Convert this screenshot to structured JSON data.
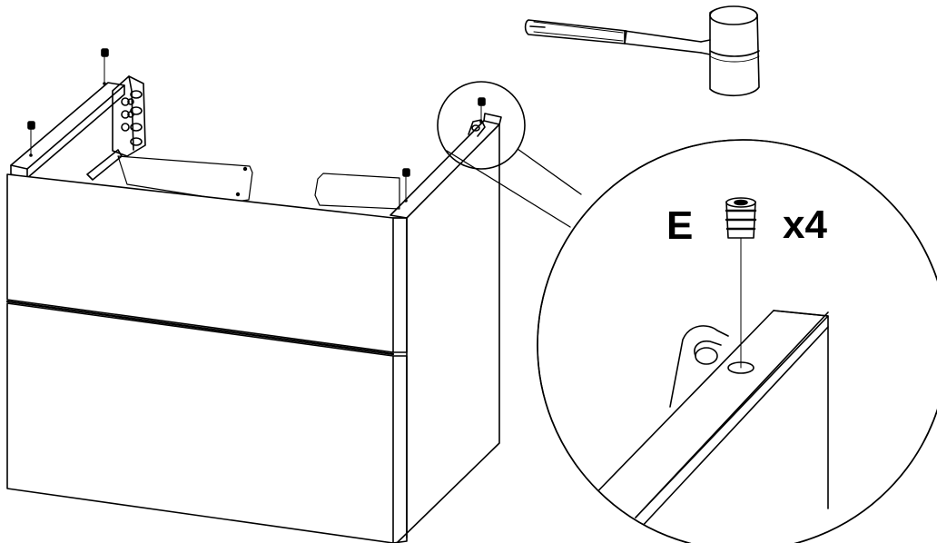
{
  "instruction": {
    "part_letter": "E",
    "quantity": "x4"
  },
  "parts": {
    "cabinet": "cabinet-body",
    "tool": "mallet-icon",
    "fastener": "threaded-insert-icon"
  },
  "colors": {
    "line": "#000000",
    "background": "#ffffff"
  }
}
